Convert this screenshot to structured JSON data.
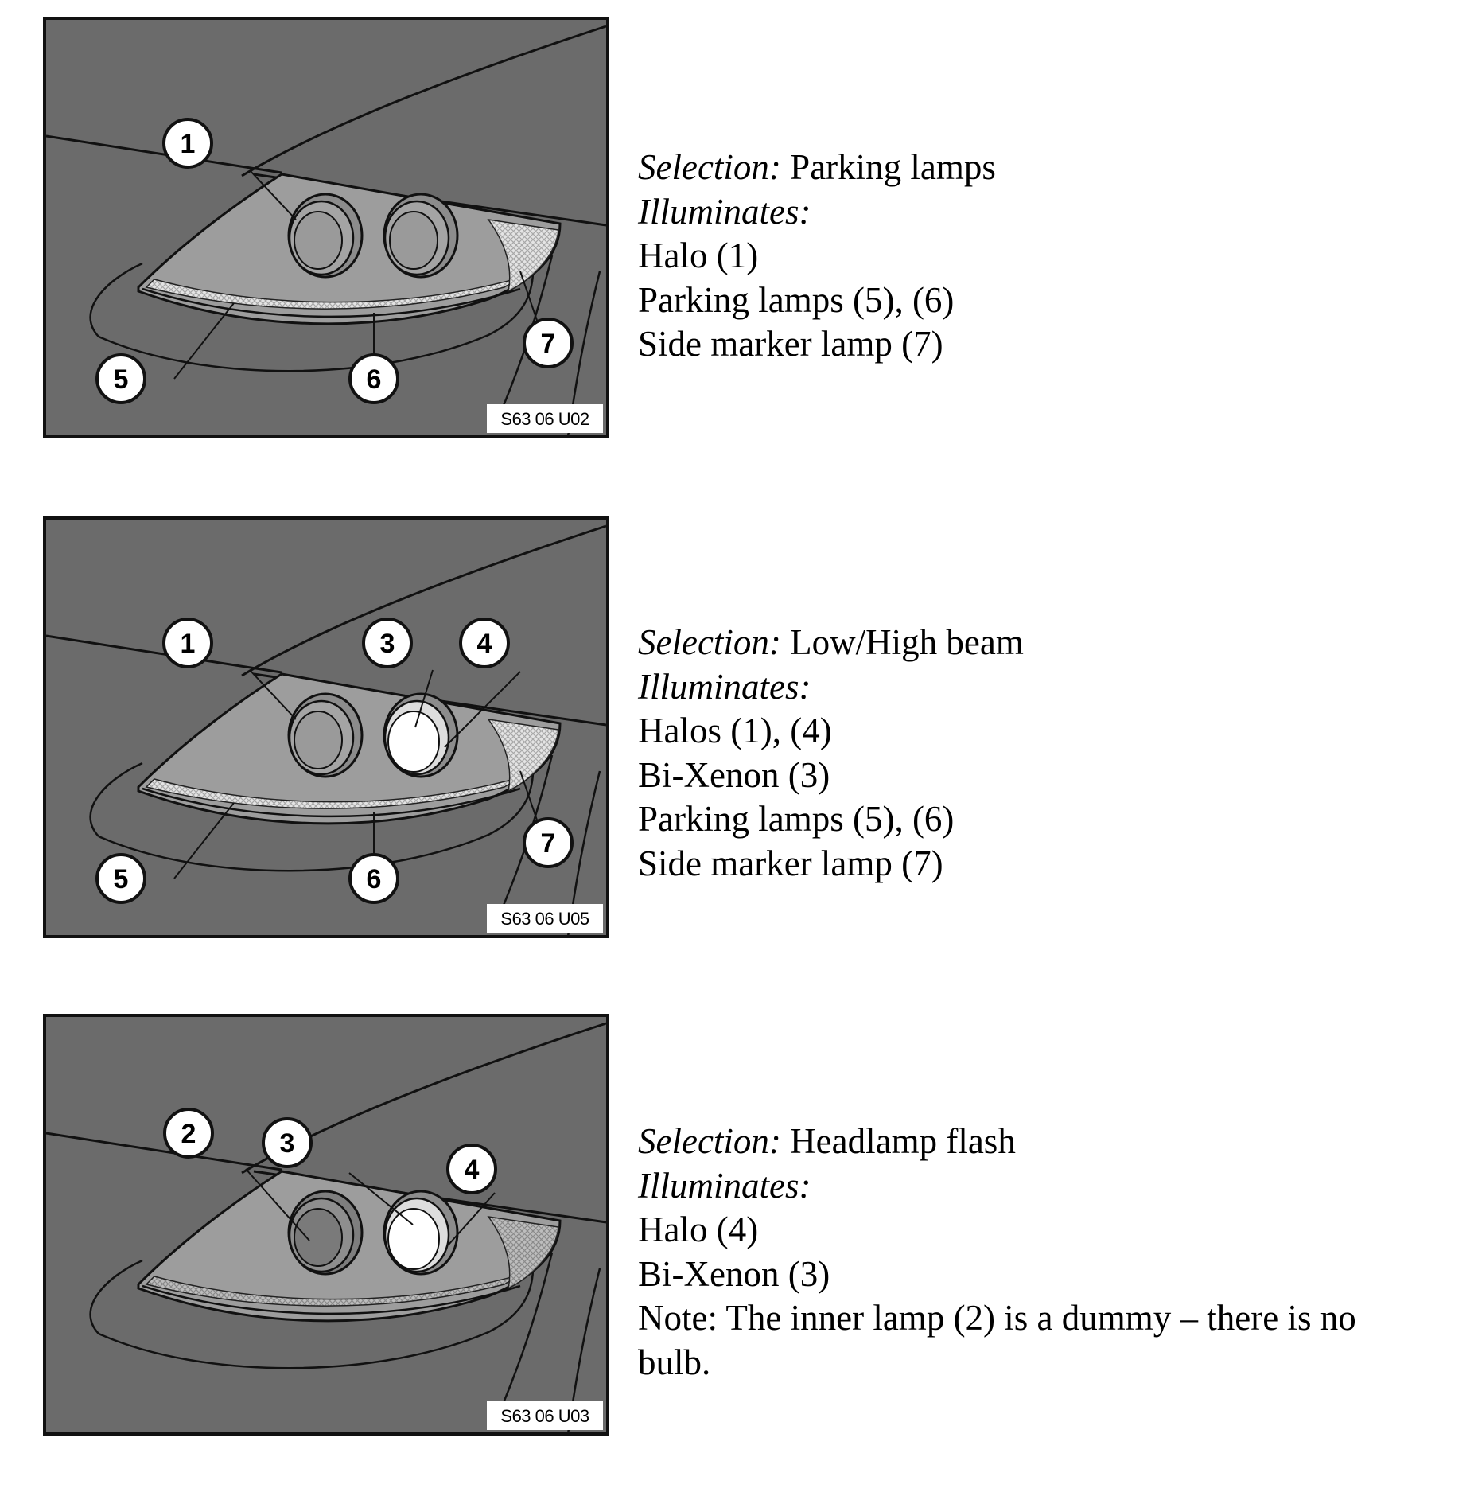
{
  "panels": [
    {
      "figure_code": "S63 06 U02",
      "callouts": [
        "1",
        "5",
        "6",
        "7"
      ],
      "selection_label": "Selection:",
      "selection_value": "Parking lamps",
      "illuminates_label": "Illuminates:",
      "lines": [
        "Halo (1)",
        "Parking lamps (5), (6)",
        "Side marker lamp (7)"
      ]
    },
    {
      "figure_code": "S63 06 U05",
      "callouts": [
        "1",
        "3",
        "4",
        "5",
        "6",
        "7"
      ],
      "selection_label": "Selection:",
      "selection_value": "Low/High beam",
      "illuminates_label": "Illuminates:",
      "lines": [
        "Halos (1), (4)",
        "Bi-Xenon (3)",
        "Parking lamps (5), (6)",
        "Side marker lamp (7)"
      ]
    },
    {
      "figure_code": "S63 06 U03",
      "callouts": [
        "2",
        "3",
        "4"
      ],
      "selection_label": "Selection:",
      "selection_value": "Headlamp flash",
      "illuminates_label": "Illuminates:",
      "lines": [
        "Halo (4)",
        "Bi-Xenon (3)",
        "Note: The inner lamp (2) is a dummy – there is no",
        "bulb."
      ]
    }
  ],
  "colors": {
    "body_gray": "#6b6b6b",
    "lens_gray": "#9d9d9d",
    "lit_white": "#ffffff",
    "outline": "#111111"
  }
}
